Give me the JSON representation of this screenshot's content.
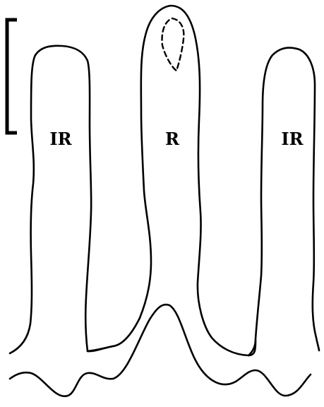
{
  "labels": {
    "left_column": "IR",
    "center_column": "R",
    "right_column": "IR"
  },
  "colors": {
    "line": "#000000",
    "background": "#ffffff"
  }
}
